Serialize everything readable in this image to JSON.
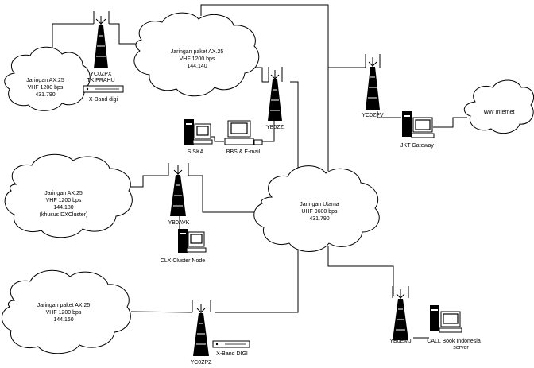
{
  "networks": {
    "cloud_tkprahu": {
      "line1": "Jaringan AX.25",
      "line2": "VHF 1200 bps",
      "line3": "431.790"
    },
    "cloud_top": {
      "line1": "Jaringan paket AX.25",
      "line2": "VHF 1200 bps",
      "line3": "144.140"
    },
    "cloud_dx": {
      "line1": "Jaringan AX.25",
      "line2": "VHF 1200 bps",
      "line3": "144.180",
      "line4": "(khusus DXCluster)"
    },
    "cloud_bottom": {
      "line1": "Jaringan paket AX.25",
      "line2": "VHF 1200 bps",
      "line3": "144.160"
    },
    "cloud_main": {
      "line1": "Jaringan Utama",
      "line2": "UHF 9600 bps",
      "line3": "431.790"
    },
    "cloud_internet": {
      "line1": "WW Internet"
    }
  },
  "stations": {
    "yc0zpx": {
      "line1": "YC0ZPX",
      "line2": "TK PRAHU"
    },
    "xband_digi": "X-Band digi",
    "yb0zz": "YB0ZZ",
    "siska": "SISKA",
    "bbs": "BBS & E-mail",
    "yc0zpv": "YC0ZPV",
    "jkt_gateway": "JKT Gateway",
    "yb0avk": "YB0AVK",
    "clx": "CLX Cluster Node",
    "yc0zpz": "YC0ZPZ",
    "xband_digi_caps": "X-Band DIGI",
    "yb0emj": "YB0EMJ",
    "callbook": {
      "line1": "CALL Book Indonesia",
      "line2": "server"
    }
  }
}
